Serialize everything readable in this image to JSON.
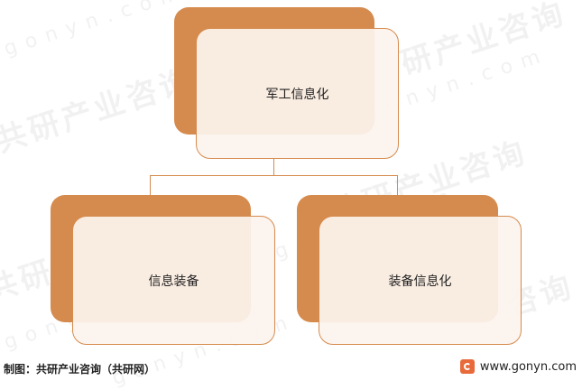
{
  "nodes": {
    "root": {
      "label": "军工信息化"
    },
    "left": {
      "label": "信息装备"
    },
    "right": {
      "label": "装备信息化"
    }
  },
  "footer": {
    "source": "制图：共研产业咨询（共研网）",
    "website": "www.gonyn.com"
  },
  "colors": {
    "accent": "#D68B4E",
    "card_fill": "#FCF3ED"
  }
}
